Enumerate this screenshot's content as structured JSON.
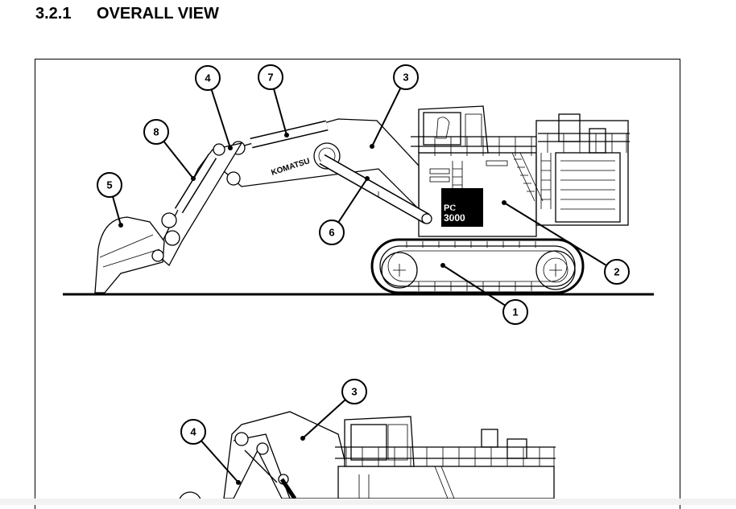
{
  "heading": {
    "number": "3.2.1",
    "title": "OVERALL VIEW"
  },
  "machine": {
    "brand": "KOMATSU",
    "model_prefix": "PC",
    "model_number": "3000"
  },
  "callouts_top": [
    "1",
    "2",
    "3",
    "4",
    "5",
    "6",
    "7",
    "8"
  ],
  "callouts_bottom": [
    "3",
    "4"
  ]
}
